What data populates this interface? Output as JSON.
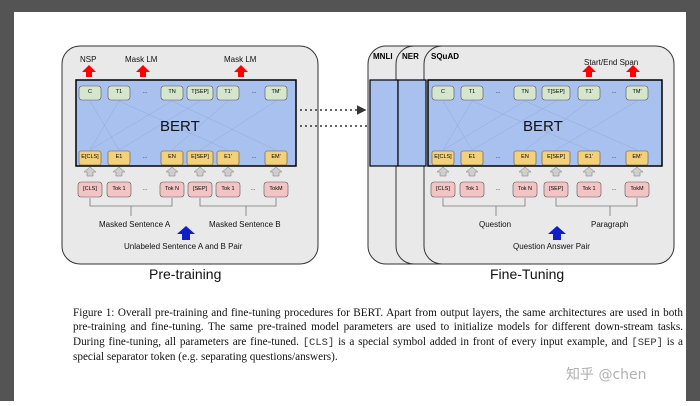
{
  "pretraining": {
    "heads": [
      "NSP",
      "Mask LM",
      "Mask LM"
    ],
    "model": "BERT",
    "out_tokens": [
      "C",
      "T1",
      "...",
      "TN",
      "T[SEP]",
      "T1'",
      "...",
      "TM'"
    ],
    "emb_tokens": [
      "E[CLS]",
      "E1",
      "...",
      "EN",
      "E[SEP]",
      "E1'",
      "...",
      "EM'"
    ],
    "in_tokens": [
      "[CLS]",
      "Tok 1",
      "...",
      "Tok N",
      "[SEP]",
      "Tok 1",
      "...",
      "TokM"
    ],
    "seg_a": "Masked Sentence A",
    "seg_b": "Masked Sentence B",
    "pair": "Unlabeled Sentence A and B Pair",
    "title": "Pre-training"
  },
  "finetuning": {
    "tasks": [
      "MNLI",
      "NER",
      "SQuAD"
    ],
    "head": "Start/End Span",
    "model": "BERT",
    "out_tokens": [
      "C",
      "T1",
      "...",
      "TN",
      "T[SEP]",
      "T1'",
      "...",
      "TM'"
    ],
    "emb_tokens": [
      "E[CLS]",
      "E1",
      "...",
      "EN",
      "E[SEP]",
      "E1'",
      "...",
      "EM'"
    ],
    "in_tokens": [
      "[CLS]",
      "Tok 1",
      "...",
      "Tok N",
      "[SEP]",
      "Tok 1",
      "...",
      "TokM"
    ],
    "seg_a": "Question",
    "seg_b": "Paragraph",
    "pair": "Question Answer Pair",
    "title": "Fine-Tuning"
  },
  "caption": {
    "p1": "Figure 1: Overall pre-training and fine-tuning procedures for BERT. Apart from output layers, the same architectures are used in both pre-training and fine-tuning. The same pre-trained model parameters are used to initialize models for different down-stream tasks. During fine-tuning, all parameters are fine-tuned. ",
    "cls": "[CLS]",
    "p2": " is a special symbol added in front of every input example, and ",
    "sep": "[SEP]",
    "p3": " is a special separator token (e.g. separating questions/answers)."
  },
  "watermark": "知乎 @chen",
  "colors": {
    "frame": "#545454",
    "panel": "#e9e9e9",
    "bert": "#a9c1ee",
    "out_token": "#d5e6cc",
    "emb_token": "#f3d07a",
    "in_token": "#f2c4c4",
    "arrow_red": "#ff0000",
    "arrow_blue": "#0f1ec8"
  }
}
